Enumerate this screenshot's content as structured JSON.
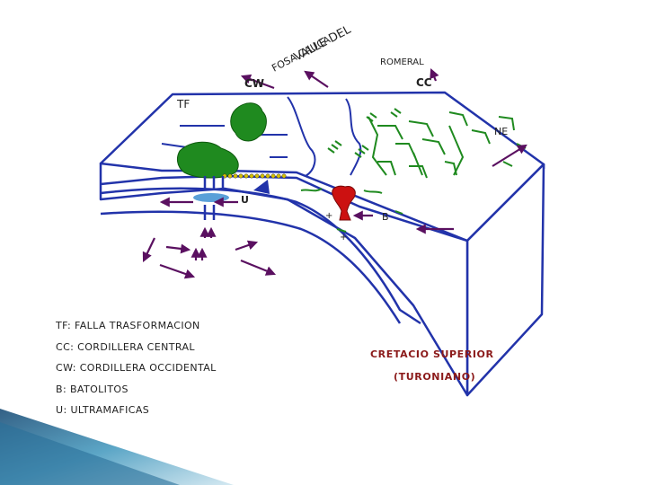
{
  "labels": {
    "cw": "CW",
    "cc": "CC",
    "tf": "TF",
    "ne": "NE",
    "romeral": "ROMERAL",
    "u": "U",
    "b": "B",
    "fosa_line1": "VALLE DEL",
    "fosa_line2": "FOSA CAUCA",
    "plus": "+"
  },
  "legend": [
    "TF: FALLA TRASFORMACION",
    "CC: CORDILLERA CENTRAL",
    "CW: CORDILLERA OCCIDENTAL",
    "B: BATOLITOS",
    "U: ULTRAMAFICAS"
  ],
  "period": {
    "name": "CRETACIO SUPERIOR",
    "stage": "(TURONIANO)"
  },
  "colors": {
    "outline": "#2233aa",
    "arrow": "#5a1060",
    "green": "#1f8a1f",
    "batholith": "#cc1111",
    "ultramafic": "#5aa0d8",
    "period_text": "#8b1a1a",
    "accent_teal": "#4a9cc0"
  }
}
